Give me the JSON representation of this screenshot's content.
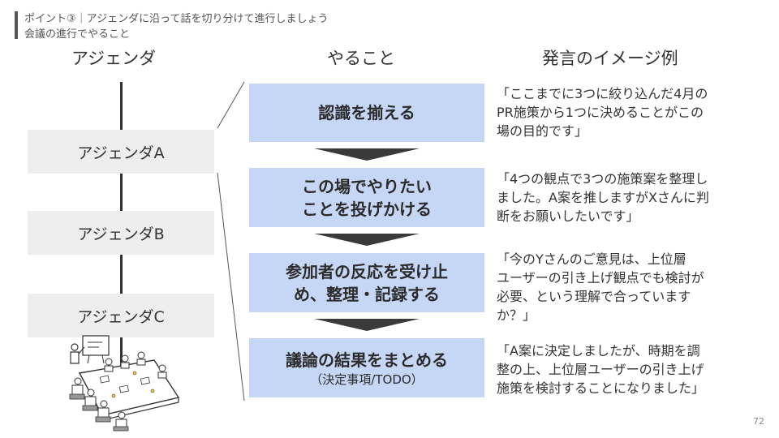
{
  "header": {
    "title": "ポイント③｜アジェンダに沿って話を切り分けて進行しましょう",
    "subtitle": "会議の進行でやること"
  },
  "columns": {
    "agenda": "アジェンダ",
    "todo": "やること",
    "example": "発言のイメージ例"
  },
  "agendas": [
    "アジェンダA",
    "アジェンダB",
    "アジェンダC"
  ],
  "steps": [
    {
      "line1": "認識を揃える",
      "line2": "",
      "note": ""
    },
    {
      "line1": "この場でやりたい",
      "line2": "ことを投げかける",
      "note": ""
    },
    {
      "line1": "参加者の反応を受け止",
      "line2": "め、整理・記録する",
      "note": ""
    },
    {
      "line1": "議論の結果をまとめる",
      "line2": "",
      "note": "（決定事項/TODO）"
    }
  ],
  "examples": [
    {
      "l1": "「ここまでに3つに絞り込んだ4月の",
      "l2": "PR施策から1つに決めることがこの",
      "l3": "場の目的です」",
      "l4": ""
    },
    {
      "l1": "「4つの観点で3つの施策案を整理し",
      "l2": "ました。A案を推しますがXさんに判",
      "l3": "断をお願いしたいです」",
      "l4": ""
    },
    {
      "l1": "「今のYさんのご意見は、上位層",
      "l2": "ユーザーの引き上げ観点でも検討が",
      "l3": "必要、という理解で合っています",
      "l4": "か？」"
    },
    {
      "l1": "「A案に決定しましたが、時期を調",
      "l2": "整の上、上位層ユーザーの引き上げ",
      "l3": "施策を検討することになりました」",
      "l4": ""
    }
  ],
  "page_number": "72",
  "illustration": "meeting-room-illustration",
  "colors": {
    "step_fill": "#c6d6f5",
    "agenda_fill": "#eeeeee",
    "arrow": "#3a3a3a",
    "text": "#333333"
  }
}
